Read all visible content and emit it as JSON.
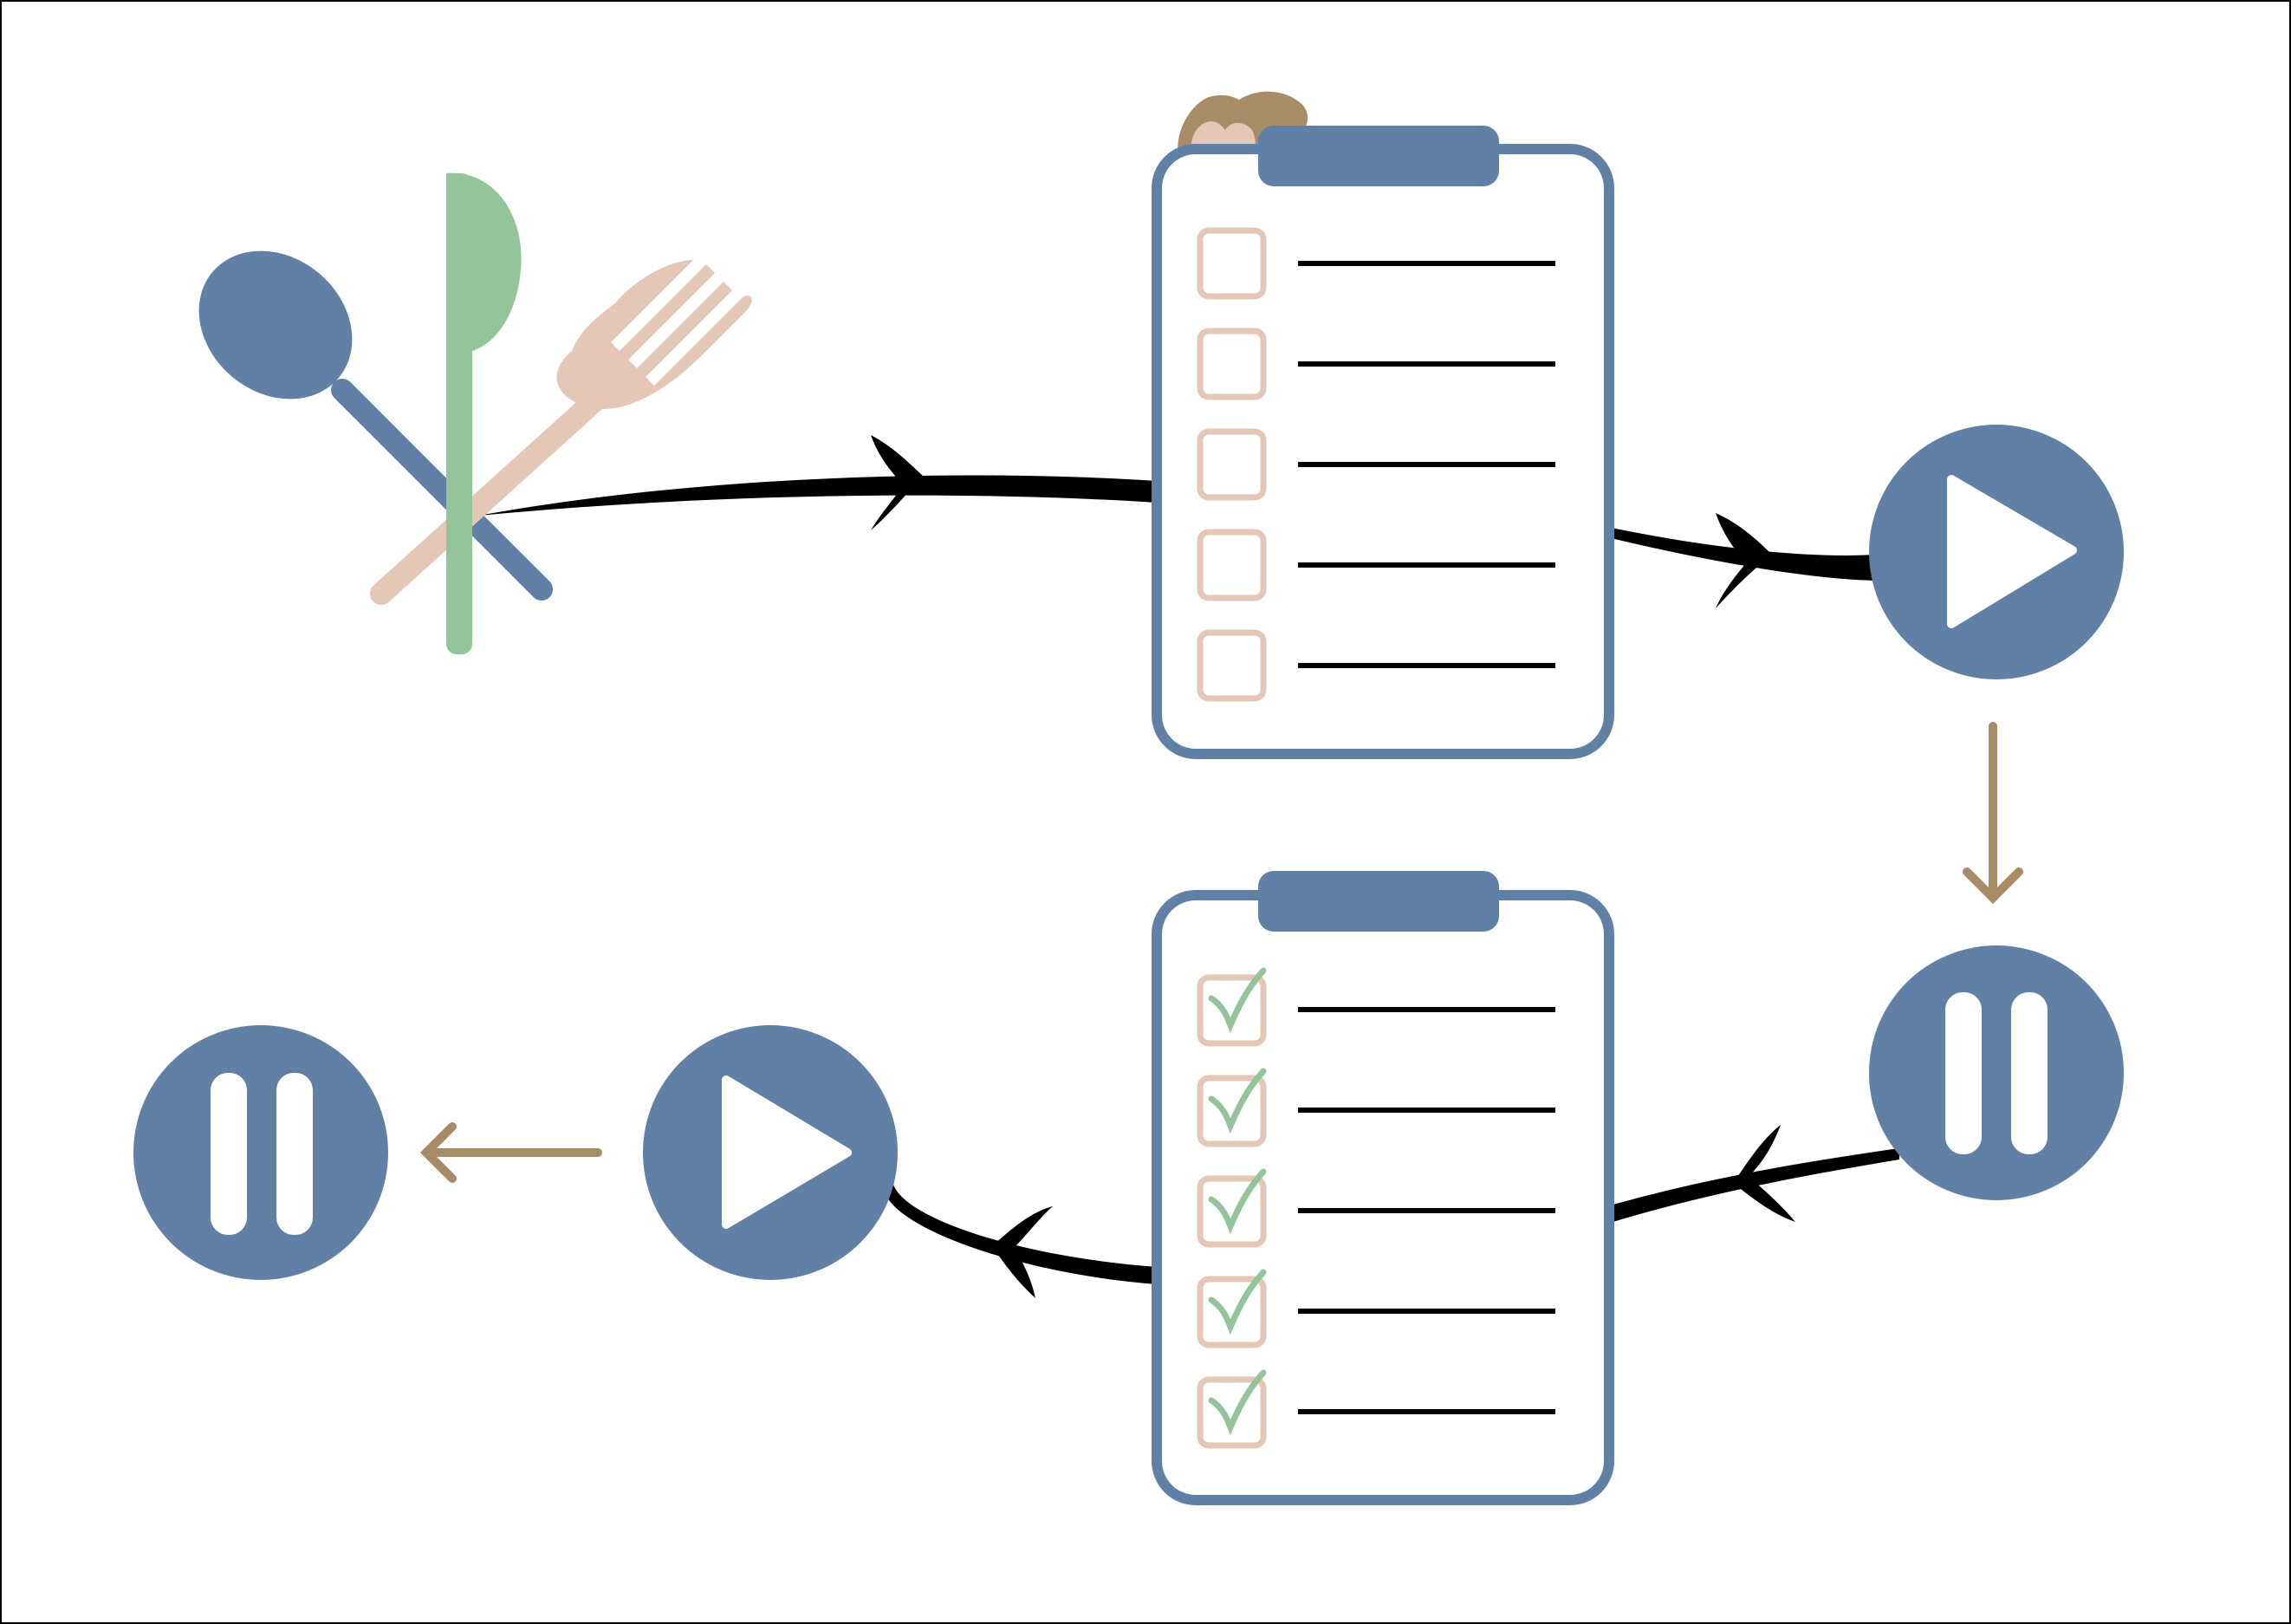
{
  "diagram": {
    "type": "process-flow",
    "nodes": [
      {
        "id": "utensils",
        "icon": "utensils-icon",
        "description_visible_text": ""
      },
      {
        "id": "checklist-empty",
        "icon": "clipboard-checklist-icon",
        "items": 5,
        "checked": 0
      },
      {
        "id": "play-1",
        "icon": "play-icon"
      },
      {
        "id": "pause-1",
        "icon": "pause-icon"
      },
      {
        "id": "checklist-done",
        "icon": "clipboard-checklist-icon",
        "items": 5,
        "checked": 5
      },
      {
        "id": "play-2",
        "icon": "play-icon"
      },
      {
        "id": "pause-2",
        "icon": "pause-icon"
      }
    ],
    "edges": [
      {
        "from": "checklist-empty",
        "to": "utensils",
        "style": "curved-black-arrow"
      },
      {
        "from": "checklist-empty",
        "to": "play-1",
        "style": "curved-black-arrow"
      },
      {
        "from": "play-1",
        "to": "pause-1",
        "style": "straight-tan-arrow"
      },
      {
        "from": "pause-1",
        "to": "checklist-done",
        "style": "curved-black-arrow"
      },
      {
        "from": "checklist-done",
        "to": "play-2",
        "style": "curved-black-arrow"
      },
      {
        "from": "play-2",
        "to": "pause-2",
        "style": "straight-tan-arrow"
      }
    ]
  },
  "colors": {
    "blue": "#6180a6",
    "green": "#93c49a",
    "peach": "#e4c7b6",
    "tan": "#a88c67",
    "line": "#000000",
    "frame": "#000000",
    "background": "#ffffff"
  }
}
